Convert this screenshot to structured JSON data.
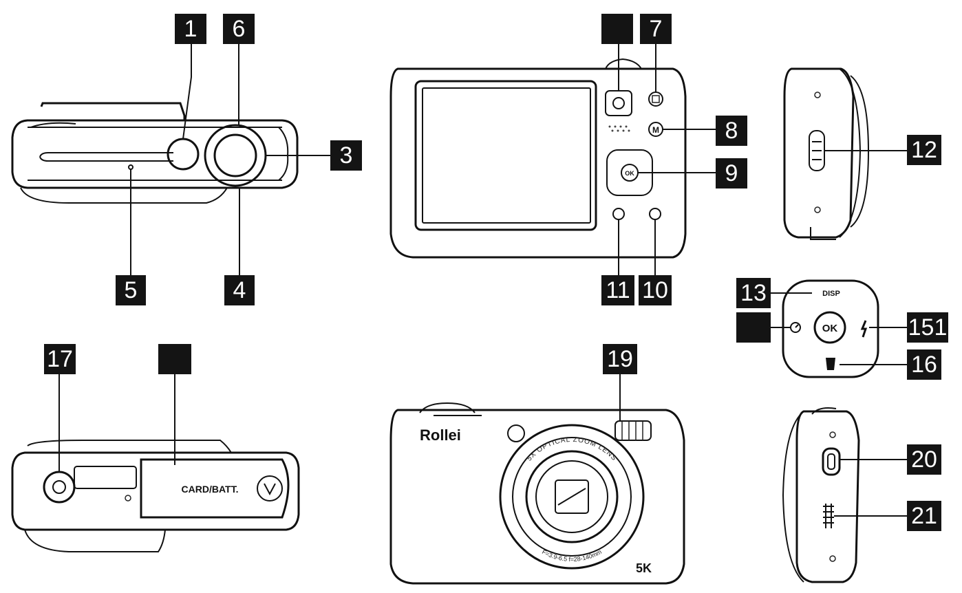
{
  "callouts": {
    "c1": "1",
    "c2": "",
    "c6": "6",
    "c3": "3",
    "c4": "4",
    "c5": "5",
    "c_top_back": "",
    "c7": "7",
    "c8": "8",
    "c9": "9",
    "c10": "10",
    "c11": "11",
    "c12": "12",
    "c13": "13",
    "c14": "",
    "c15": "151",
    "c16": "16",
    "c17": "17",
    "c18": "",
    "c19": "19",
    "c20": "20",
    "c21": "21"
  },
  "labels": {
    "ok": "OK",
    "disp": "DISP",
    "card_batt": "CARD/BATT.",
    "brand": "Rollei",
    "model": "5K",
    "lens_top": "5X OPTICAL ZOOM LENS",
    "lens_bottom": "F=3.9-6.5 f=28-140mm"
  }
}
